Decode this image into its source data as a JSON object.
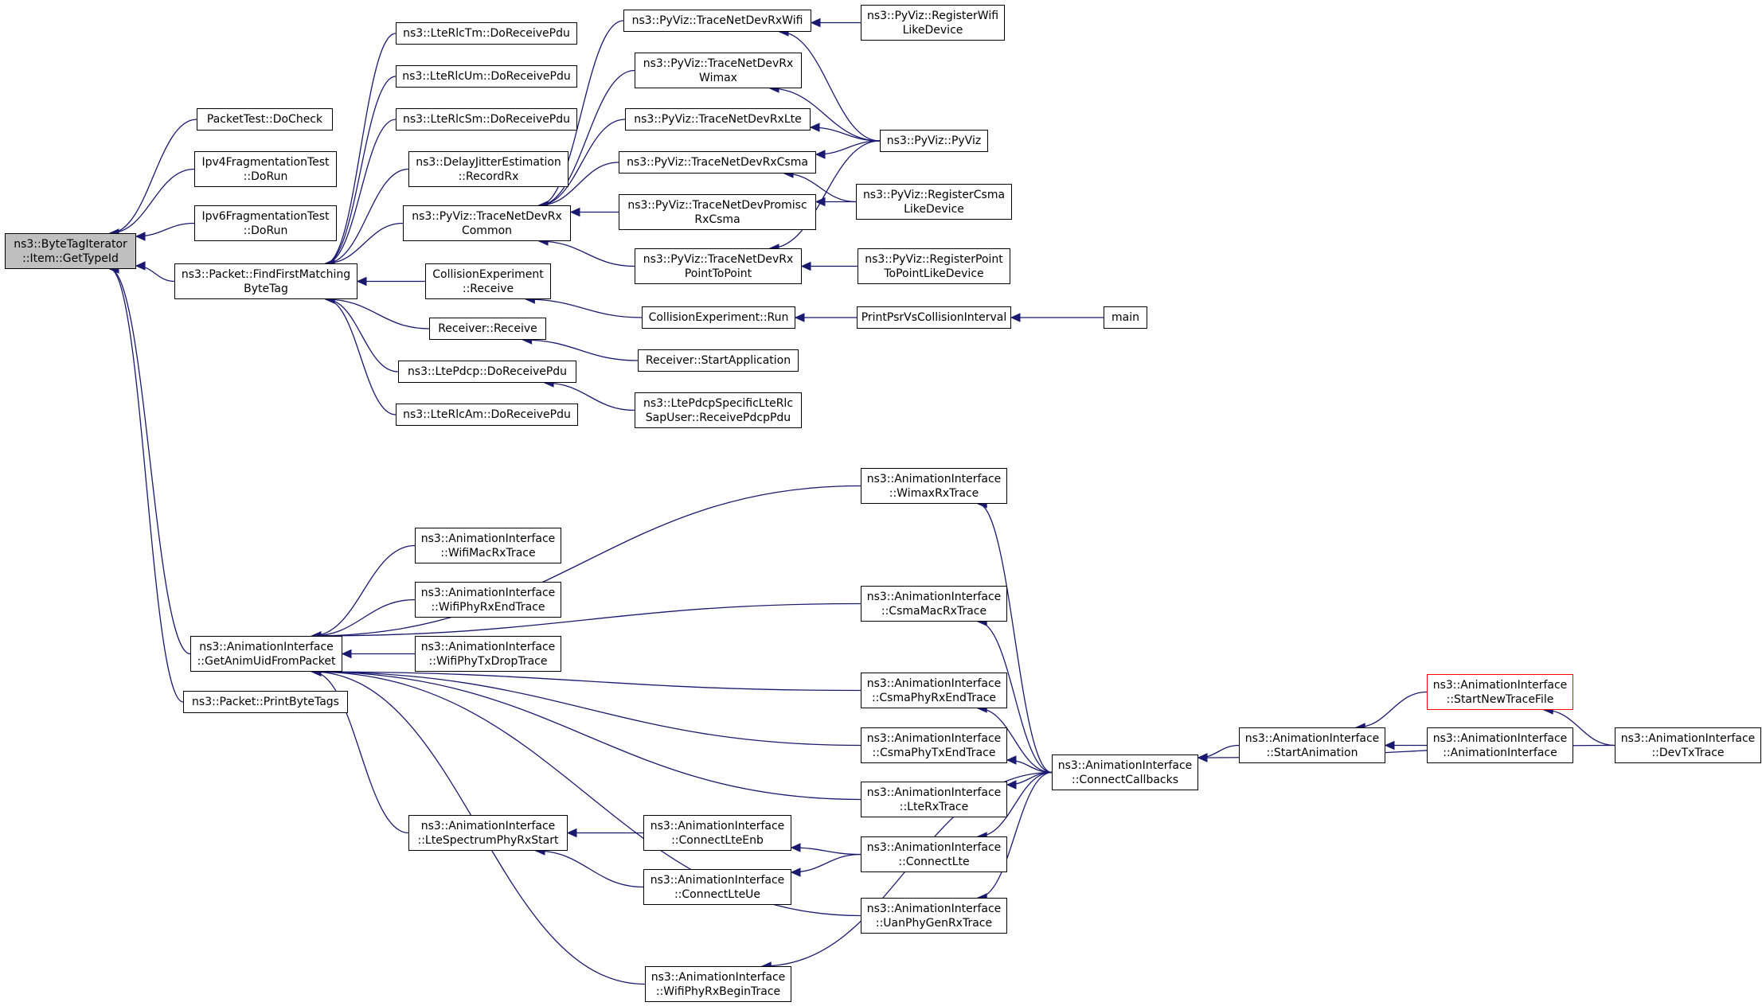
{
  "diagram": {
    "type": "call-graph",
    "colors": {
      "edge": "#191970",
      "node_border": "#000000",
      "root_fill": "#bfbfbf",
      "truncated_border": "#ff0000"
    },
    "nodes": [
      {
        "id": "root",
        "lines": [
          "ns3::ByteTagIterator",
          "::Item::GetTypeId"
        ],
        "style": "root"
      },
      {
        "id": "packettest",
        "lines": [
          "PacketTest::DoCheck"
        ]
      },
      {
        "id": "ipv4frag",
        "lines": [
          "Ipv4FragmentationTest",
          "::DoRun"
        ]
      },
      {
        "id": "ipv6frag",
        "lines": [
          "Ipv6FragmentationTest",
          "::DoRun"
        ]
      },
      {
        "id": "findfirst",
        "lines": [
          "ns3::Packet::FindFirstMatching",
          "ByteTag"
        ]
      },
      {
        "id": "getanim",
        "lines": [
          "ns3::AnimationInterface",
          "::GetAnimUidFromPacket"
        ]
      },
      {
        "id": "printbytetags",
        "lines": [
          "ns3::Packet::PrintByteTags"
        ]
      },
      {
        "id": "rlctm",
        "lines": [
          "ns3::LteRlcTm::DoReceivePdu"
        ]
      },
      {
        "id": "rlcum",
        "lines": [
          "ns3::LteRlcUm::DoReceivePdu"
        ]
      },
      {
        "id": "rlcsm",
        "lines": [
          "ns3::LteRlcSm::DoReceivePdu"
        ]
      },
      {
        "id": "delayjitter",
        "lines": [
          "ns3::DelayJitterEstimation",
          "::RecordRx"
        ]
      },
      {
        "id": "pyvizcommon",
        "lines": [
          "ns3::PyViz::TraceNetDevRx",
          "Common"
        ]
      },
      {
        "id": "collreceive",
        "lines": [
          "CollisionExperiment",
          "::Receive"
        ]
      },
      {
        "id": "recvreceive",
        "lines": [
          "Receiver::Receive"
        ]
      },
      {
        "id": "ltepdcp",
        "lines": [
          "ns3::LtePdcp::DoReceivePdu"
        ]
      },
      {
        "id": "rlcam",
        "lines": [
          "ns3::LteRlcAm::DoReceivePdu"
        ]
      },
      {
        "id": "pywifi",
        "lines": [
          "ns3::PyViz::TraceNetDevRxWifi"
        ]
      },
      {
        "id": "pywimax",
        "lines": [
          "ns3::PyViz::TraceNetDevRx",
          "Wimax"
        ]
      },
      {
        "id": "pylte",
        "lines": [
          "ns3::PyViz::TraceNetDevRxLte"
        ]
      },
      {
        "id": "pycsma",
        "lines": [
          "ns3::PyViz::TraceNetDevRxCsma"
        ]
      },
      {
        "id": "pypromisc",
        "lines": [
          "ns3::PyViz::TraceNetDevPromisc",
          "RxCsma"
        ]
      },
      {
        "id": "pyp2p",
        "lines": [
          "ns3::PyViz::TraceNetDevRx",
          "PointToPoint"
        ]
      },
      {
        "id": "collrun",
        "lines": [
          "CollisionExperiment::Run"
        ]
      },
      {
        "id": "recvstart",
        "lines": [
          "Receiver::StartApplication"
        ]
      },
      {
        "id": "pdcpuser",
        "lines": [
          "ns3::LtePdcpSpecificLteRlc",
          "SapUser::ReceivePdcpPdu"
        ]
      },
      {
        "id": "regwifi",
        "lines": [
          "ns3::PyViz::RegisterWifi",
          "LikeDevice"
        ]
      },
      {
        "id": "pyviz",
        "lines": [
          "ns3::PyViz::PyViz"
        ]
      },
      {
        "id": "regcsma",
        "lines": [
          "ns3::PyViz::RegisterCsma",
          "LikeDevice"
        ]
      },
      {
        "id": "regp2p",
        "lines": [
          "ns3::PyViz::RegisterPoint",
          "ToPointLikeDevice"
        ]
      },
      {
        "id": "printpsr",
        "lines": [
          "PrintPsrVsCollisionInterval"
        ]
      },
      {
        "id": "main",
        "lines": [
          "main"
        ]
      },
      {
        "id": "wifimac",
        "lines": [
          "ns3::AnimationInterface",
          "::WifiMacRxTrace"
        ]
      },
      {
        "id": "wifiphyend",
        "lines": [
          "ns3::AnimationInterface",
          "::WifiPhyRxEndTrace"
        ]
      },
      {
        "id": "wifiphydrop",
        "lines": [
          "ns3::AnimationInterface",
          "::WifiPhyTxDropTrace"
        ]
      },
      {
        "id": "ltespectrum",
        "lines": [
          "ns3::AnimationInterface",
          "::LteSpectrumPhyRxStart"
        ]
      },
      {
        "id": "wifiphybegin",
        "lines": [
          "ns3::AnimationInterface",
          "::WifiPhyRxBeginTrace"
        ]
      },
      {
        "id": "connlteenb",
        "lines": [
          "ns3::AnimationInterface",
          "::ConnectLteEnb"
        ]
      },
      {
        "id": "connlteue",
        "lines": [
          "ns3::AnimationInterface",
          "::ConnectLteUe"
        ]
      },
      {
        "id": "wimaxrx",
        "lines": [
          "ns3::AnimationInterface",
          "::WimaxRxTrace"
        ]
      },
      {
        "id": "csmamac",
        "lines": [
          "ns3::AnimationInterface",
          "::CsmaMacRxTrace"
        ]
      },
      {
        "id": "csmaphyrx",
        "lines": [
          "ns3::AnimationInterface",
          "::CsmaPhyRxEndTrace"
        ]
      },
      {
        "id": "csmaphytx",
        "lines": [
          "ns3::AnimationInterface",
          "::CsmaPhyTxEndTrace"
        ]
      },
      {
        "id": "lterx",
        "lines": [
          "ns3::AnimationInterface",
          "::LteRxTrace"
        ]
      },
      {
        "id": "connlte",
        "lines": [
          "ns3::AnimationInterface",
          "::ConnectLte"
        ]
      },
      {
        "id": "uanphy",
        "lines": [
          "ns3::AnimationInterface",
          "::UanPhyGenRxTrace"
        ]
      },
      {
        "id": "connectcb",
        "lines": [
          "ns3::AnimationInterface",
          "::ConnectCallbacks"
        ]
      },
      {
        "id": "startanim",
        "lines": [
          "ns3::AnimationInterface",
          "::StartAnimation"
        ]
      },
      {
        "id": "startnewtrace",
        "lines": [
          "ns3::AnimationInterface",
          "::StartNewTraceFile"
        ],
        "style": "truncated"
      },
      {
        "id": "animiface",
        "lines": [
          "ns3::AnimationInterface",
          "::AnimationInterface"
        ]
      },
      {
        "id": "devtx",
        "lines": [
          "ns3::AnimationInterface",
          "::DevTxTrace"
        ]
      }
    ],
    "edges": [
      [
        "packettest",
        "root"
      ],
      [
        "ipv4frag",
        "root"
      ],
      [
        "ipv6frag",
        "root"
      ],
      [
        "findfirst",
        "root"
      ],
      [
        "getanim",
        "root"
      ],
      [
        "printbytetags",
        "root"
      ],
      [
        "rlctm",
        "findfirst"
      ],
      [
        "rlcum",
        "findfirst"
      ],
      [
        "rlcsm",
        "findfirst"
      ],
      [
        "delayjitter",
        "findfirst"
      ],
      [
        "pyvizcommon",
        "findfirst"
      ],
      [
        "collreceive",
        "findfirst"
      ],
      [
        "recvreceive",
        "findfirst"
      ],
      [
        "ltepdcp",
        "findfirst"
      ],
      [
        "rlcam",
        "findfirst"
      ],
      [
        "pywifi",
        "pyvizcommon"
      ],
      [
        "pywimax",
        "pyvizcommon"
      ],
      [
        "pylte",
        "pyvizcommon"
      ],
      [
        "pycsma",
        "pyvizcommon"
      ],
      [
        "pypromisc",
        "pyvizcommon"
      ],
      [
        "pyp2p",
        "pyvizcommon"
      ],
      [
        "collrun",
        "collreceive"
      ],
      [
        "recvstart",
        "recvreceive"
      ],
      [
        "pdcpuser",
        "ltepdcp"
      ],
      [
        "regwifi",
        "pywifi"
      ],
      [
        "pyviz",
        "pywifi"
      ],
      [
        "pyviz",
        "pywimax"
      ],
      [
        "pyviz",
        "pylte"
      ],
      [
        "pyviz",
        "pycsma"
      ],
      [
        "regcsma",
        "pycsma"
      ],
      [
        "regcsma",
        "pypromisc"
      ],
      [
        "pyviz",
        "pyp2p"
      ],
      [
        "regp2p",
        "pyp2p"
      ],
      [
        "printpsr",
        "collrun"
      ],
      [
        "main",
        "printpsr"
      ],
      [
        "wimaxrx",
        "getanim"
      ],
      [
        "csmamac",
        "getanim"
      ],
      [
        "wifimac",
        "getanim"
      ],
      [
        "wifiphyend",
        "getanim"
      ],
      [
        "wifiphydrop",
        "getanim"
      ],
      [
        "csmaphyrx",
        "getanim"
      ],
      [
        "csmaphytx",
        "getanim"
      ],
      [
        "lterx",
        "getanim"
      ],
      [
        "ltespectrum",
        "getanim"
      ],
      [
        "uanphy",
        "getanim"
      ],
      [
        "wifiphybegin",
        "getanim"
      ],
      [
        "connlteenb",
        "ltespectrum"
      ],
      [
        "connlteue",
        "ltespectrum"
      ],
      [
        "connlte",
        "connlteenb"
      ],
      [
        "connlte",
        "connlteue"
      ],
      [
        "connectcb",
        "wimaxrx"
      ],
      [
        "connectcb",
        "csmamac"
      ],
      [
        "connectcb",
        "csmaphyrx"
      ],
      [
        "connectcb",
        "csmaphytx"
      ],
      [
        "connectcb",
        "lterx"
      ],
      [
        "connectcb",
        "connlte"
      ],
      [
        "connectcb",
        "uanphy"
      ],
      [
        "connectcb",
        "wifiphybegin"
      ],
      [
        "startanim",
        "connectcb"
      ],
      [
        "startnewtrace",
        "startanim"
      ],
      [
        "animiface",
        "startanim"
      ],
      [
        "devtx",
        "startnewtrace"
      ],
      [
        "devtx",
        "connectcb"
      ]
    ]
  }
}
